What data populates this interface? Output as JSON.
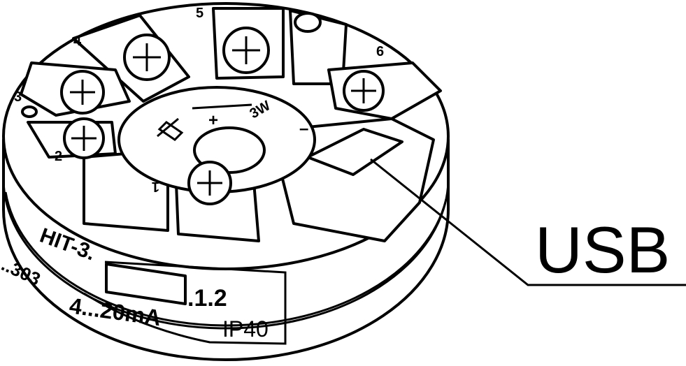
{
  "figure": {
    "callout_label": "USB",
    "model_prefix": "HIT-3.",
    "model_suffix": ".1.2",
    "signal_range": "4...20mA",
    "protection_rating": "IP40",
    "side_partial_text": "..303",
    "center_marking": "3W",
    "plus_sign": "+",
    "minus_sign": "–",
    "terminals": [
      "1",
      "2",
      "3",
      "4",
      "5",
      "6"
    ]
  },
  "colors": {
    "line": "#000000",
    "background": "#ffffff"
  }
}
